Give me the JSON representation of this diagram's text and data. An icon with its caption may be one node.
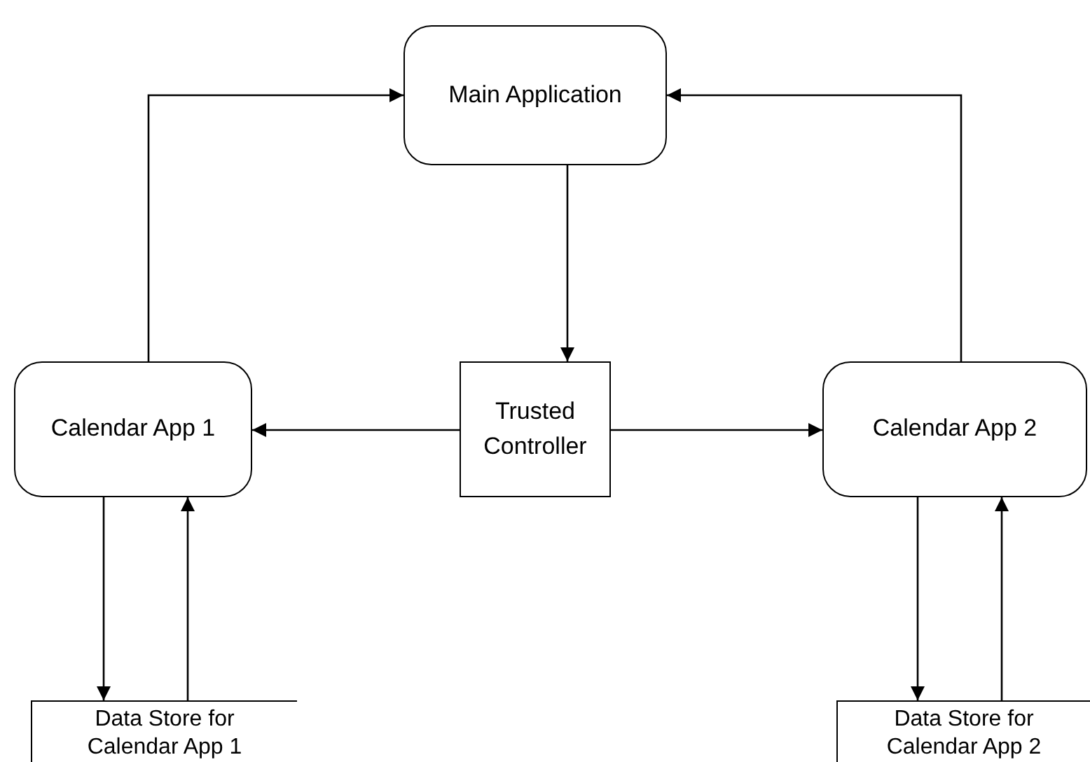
{
  "diagram": {
    "nodes": [
      {
        "text": [
          "Main Application"
        ]
      },
      {
        "text": [
          "Calendar App 1"
        ]
      },
      {
        "text": [
          "Trusted Controller"
        ]
      },
      {
        "text": [
          "Calendar App 2"
        ]
      },
      {
        "text": [
          "Data Store for Calendar App 1"
        ]
      },
      {
        "text": [
          "Data Store for Calendar App 2"
        ]
      }
    ],
    "edges": [
      {
        "from": 1,
        "to": 0,
        "arrow": "to"
      },
      {
        "from": 3,
        "to": 0,
        "arrow": "to"
      },
      {
        "from": 0,
        "to": 2,
        "arrow": "to"
      },
      {
        "from": 2,
        "to": 1,
        "arrow": "to"
      },
      {
        "from": 2,
        "to": 3,
        "arrow": "to"
      },
      {
        "from": 1,
        "to": 4,
        "arrow": "to"
      },
      {
        "from": 4,
        "to": 1,
        "arrow": "to"
      },
      {
        "from": 3,
        "to": 5,
        "arrow": "to"
      },
      {
        "from": 5,
        "to": 3,
        "arrow": "to"
      }
    ]
  }
}
